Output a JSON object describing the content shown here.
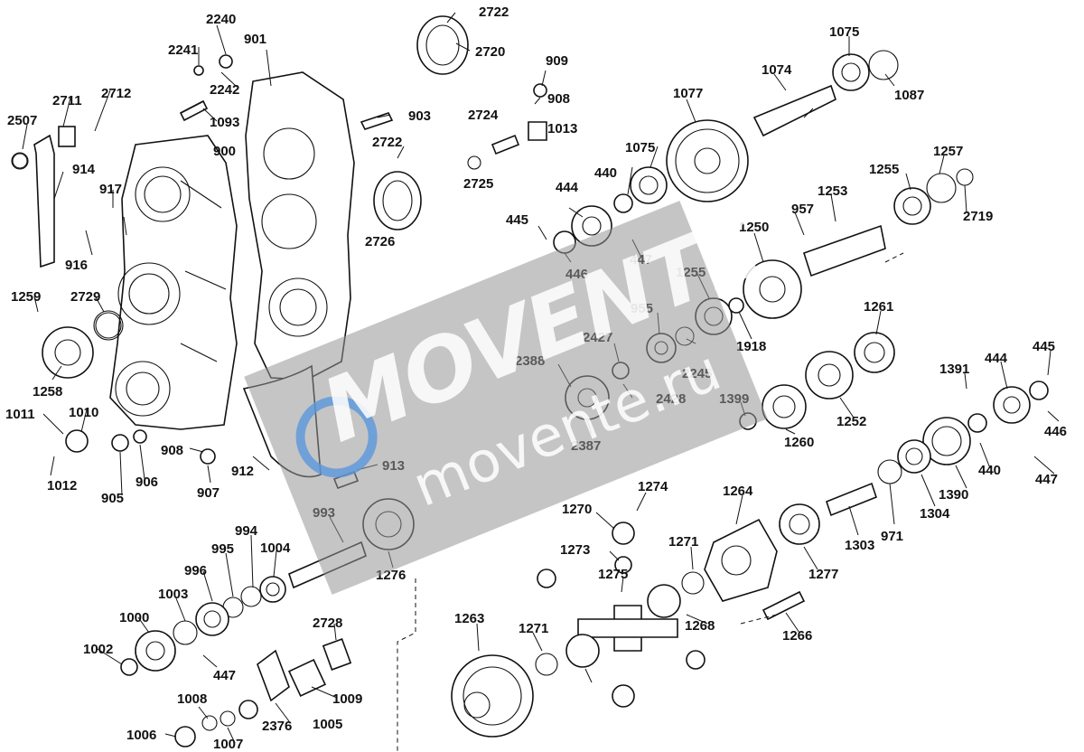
{
  "diagram": {
    "labels": [
      "2240",
      "901",
      "2722",
      "2241",
      "2720",
      "909",
      "2242",
      "1093",
      "908",
      "2724",
      "1013",
      "903",
      "2725",
      "1075",
      "1074",
      "2712",
      "2711",
      "2507",
      "914",
      "917",
      "916",
      "900",
      "2722",
      "2726",
      "1077",
      "1075",
      "1087",
      "440",
      "1257",
      "444",
      "1255",
      "2719",
      "445",
      "957",
      "1253",
      "446",
      "447",
      "1250",
      "955",
      "1259",
      "2729",
      "1255",
      "1918",
      "1258",
      "2427",
      "2245",
      "1261",
      "2388",
      "2428",
      "445",
      "1391",
      "444",
      "1399",
      "1010",
      "1011",
      "2387",
      "1012",
      "905",
      "906",
      "908",
      "907",
      "912",
      "913",
      "1260",
      "1252",
      "446",
      "440",
      "447",
      "1390",
      "1304",
      "971",
      "993",
      "1274",
      "1264",
      "1270",
      "994",
      "1273",
      "995",
      "1271",
      "1004",
      "996",
      "1276",
      "1275",
      "1003",
      "1303",
      "1277",
      "1000",
      "1263",
      "1271",
      "1002",
      "2728",
      "1268",
      "447",
      "1266",
      "1009",
      "1008",
      "1005",
      "2376",
      "1006",
      "1007"
    ],
    "watermark": {
      "brand": "MOVENTE",
      "site": "movente.ru"
    }
  }
}
